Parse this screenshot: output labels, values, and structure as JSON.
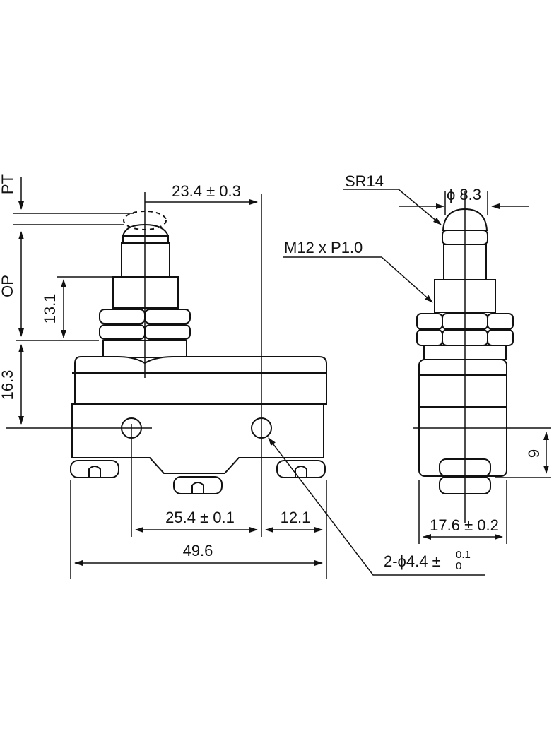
{
  "front_view": {
    "pt_label": "PT",
    "op_label": "OP",
    "dim_top": "23.4 ± 0.3",
    "dim_13_1": "13.1",
    "dim_16_3": "16.3",
    "dim_hole_pitch": "25.4 ± 0.1",
    "dim_12_1": "12.1",
    "dim_width": "49.6",
    "hole_callout": "2-ϕ4.4 ±",
    "hole_tol_upper": "0.1",
    "hole_tol_lower": "0"
  },
  "side_view": {
    "sr_label": "SR14",
    "dia_label": "ϕ 8.3",
    "thread_label": "M12 x P1.0",
    "dim_9": "9",
    "dim_width": "17.6 ± 0.2"
  }
}
